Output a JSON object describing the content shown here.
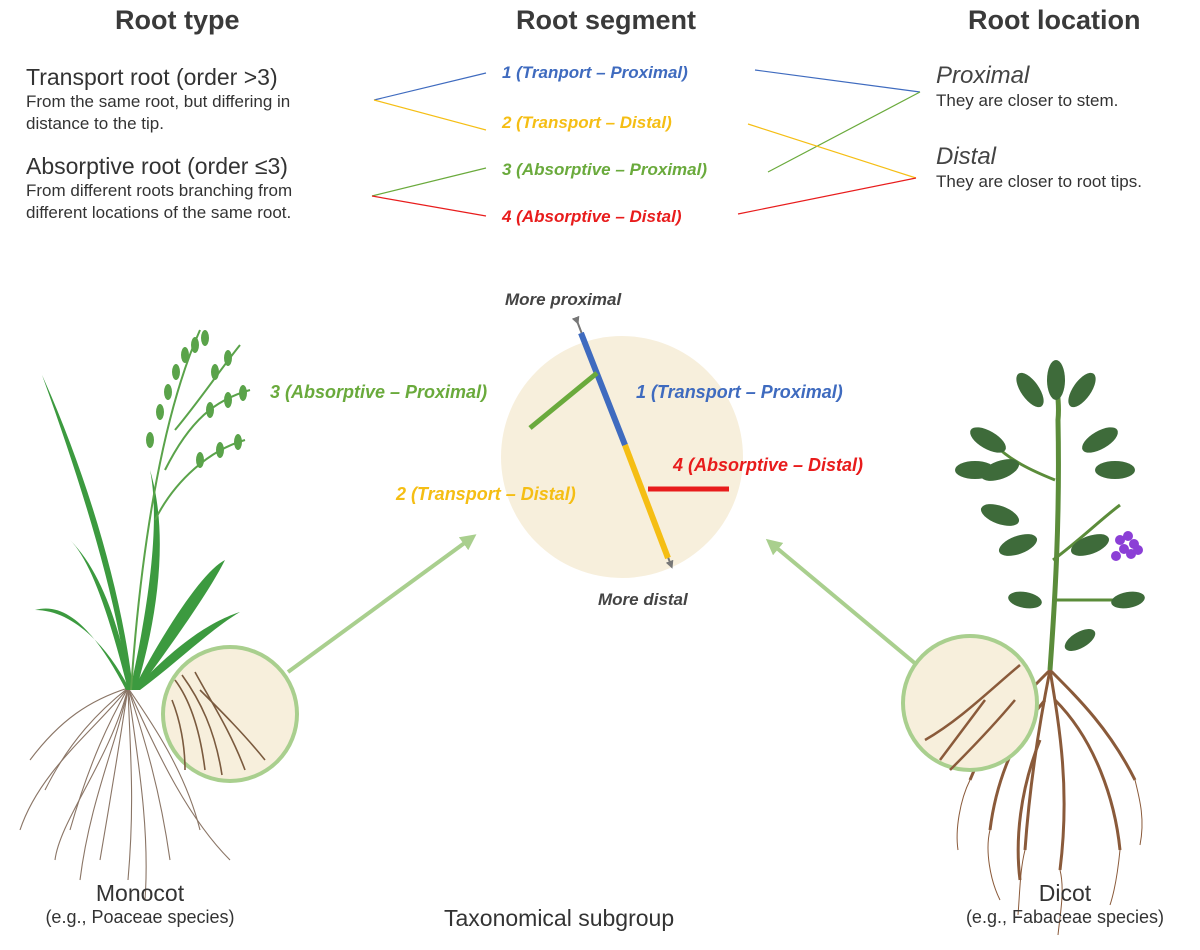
{
  "headers": {
    "root_type": "Root type",
    "root_segment": "Root segment",
    "root_location": "Root location"
  },
  "root_types": {
    "transport": {
      "title": "Transport root (order >3)",
      "desc_line1": "From the same root, but differing in",
      "desc_line2": "distance to the tip."
    },
    "absorptive": {
      "title": "Absorptive root (order ≤3)",
      "desc_line1": "From different roots branching from",
      "desc_line2": "different locations of the same root."
    }
  },
  "segments": {
    "s1": "1 (Tranport – Proximal)",
    "s2": "2 (Transport – Distal)",
    "s3": "3 (Absorptive – Proximal)",
    "s4": "4 (Absorptive – Distal)"
  },
  "locations": {
    "proximal": {
      "title": "Proximal",
      "desc": "They are closer to stem."
    },
    "distal": {
      "title": "Distal",
      "desc": "They are closer to root tips."
    }
  },
  "diagram": {
    "more_proximal": "More proximal",
    "more_distal": "More distal",
    "label1": "1 (Transport – Proximal)",
    "label2": "2 (Transport – Distal)",
    "label3": "3 (Absorptive – Proximal)",
    "label4": "4 (Absorptive – Distal)"
  },
  "plants": {
    "monocot": {
      "name": "Monocot",
      "example": "(e.g., Poaceae species)"
    },
    "dicot": {
      "name": "Dicot",
      "example": "(e.g., Fabaceae species)"
    }
  },
  "footer": "Taxonomical subgroup",
  "colors": {
    "blue": "#3f6bbf",
    "yellow": "#f5be14",
    "green": "#6aaa3c",
    "red": "#e81c1c",
    "circle_fill": "#f7efdc",
    "zoom_green": "#a9cf8e"
  }
}
